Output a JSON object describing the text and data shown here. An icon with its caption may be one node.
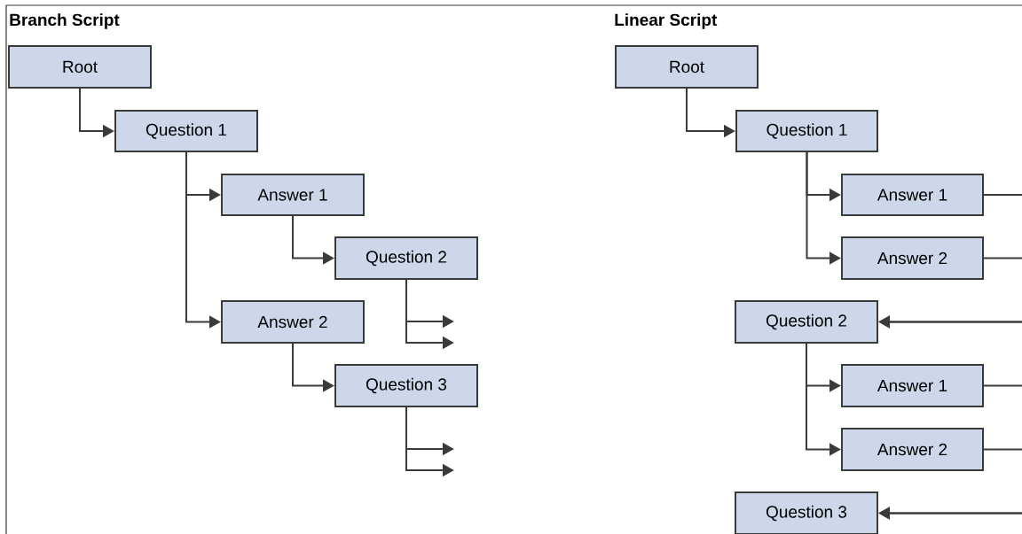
{
  "diagram": {
    "nodes": [
      {
        "text": [
          "Root"
        ]
      },
      {
        "text": [
          "Question 1"
        ]
      },
      {
        "text": [
          "Answer 1"
        ]
      },
      {
        "text": [
          "Question 2"
        ]
      },
      {
        "text": [
          "Answer 2"
        ]
      },
      {
        "text": [
          "Question 3"
        ]
      },
      {
        "text": [
          "Root"
        ]
      },
      {
        "text": [
          "Question 1"
        ]
      },
      {
        "text": [
          "Answer 1"
        ]
      },
      {
        "text": [
          "Answer 2"
        ]
      },
      {
        "text": [
          "Question 2"
        ]
      },
      {
        "text": [
          "Answer 1"
        ]
      },
      {
        "text": [
          "Answer 2"
        ]
      },
      {
        "text": [
          "Question 3"
        ]
      }
    ],
    "edges": [
      {
        "from": 0,
        "to": 1,
        "arrow": "to"
      },
      {
        "from": 1,
        "to": 2,
        "arrow": "to"
      },
      {
        "from": 1,
        "to": 4,
        "arrow": "to"
      },
      {
        "from": 2,
        "to": 3,
        "arrow": "to"
      },
      {
        "from": 4,
        "to": 5,
        "arrow": "to"
      },
      {
        "from": 3,
        "to": null,
        "arrow": "to"
      },
      {
        "from": 3,
        "to": null,
        "arrow": "to"
      },
      {
        "from": 5,
        "to": null,
        "arrow": "to"
      },
      {
        "from": 5,
        "to": null,
        "arrow": "to"
      },
      {
        "from": 6,
        "to": 7,
        "arrow": "to"
      },
      {
        "from": 7,
        "to": 8,
        "arrow": "to"
      },
      {
        "from": 7,
        "to": 9,
        "arrow": "to"
      },
      {
        "from": 8,
        "to": 10,
        "arrow": "to"
      },
      {
        "from": 9,
        "to": 10,
        "arrow": "to"
      },
      {
        "from": 10,
        "to": 11,
        "arrow": "to"
      },
      {
        "from": 10,
        "to": 12,
        "arrow": "to"
      },
      {
        "from": 11,
        "to": 13,
        "arrow": "to"
      },
      {
        "from": 12,
        "to": 13,
        "arrow": "to"
      }
    ],
    "labels": [
      "Branch Script",
      "Linear Script"
    ]
  }
}
